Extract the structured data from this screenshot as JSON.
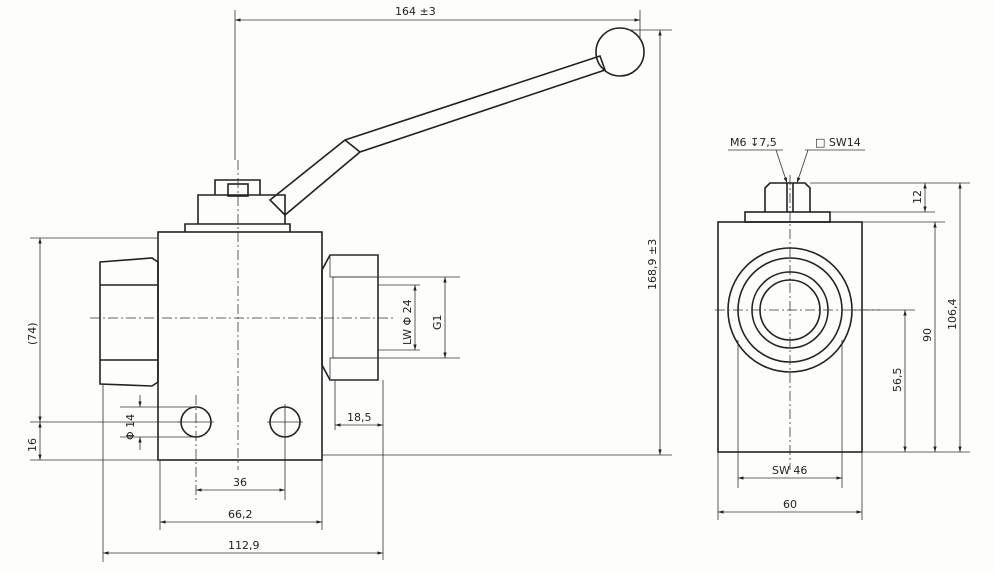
{
  "dimensions": {
    "overall_length": "164 ±3",
    "overall_height": "168,9 ±3",
    "port_center_height": "(74)",
    "mount_hole_height": "16",
    "mount_hole_dia": "Φ 14",
    "bore": "LW Φ 24",
    "thread": "G1",
    "thread_depth": "18,5",
    "hole_spacing": "36",
    "body_length": "66,2",
    "total_length": "112,9",
    "stem_thread": "M6 ↧7,5",
    "stem_square": "□ SW14",
    "stem_height": "12",
    "side_height": "106,4",
    "body_height": "90",
    "side_center_height": "56,5",
    "hex_size": "SW 46",
    "body_width": "60"
  }
}
